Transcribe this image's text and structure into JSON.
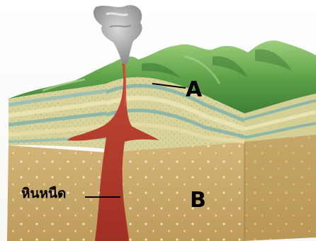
{
  "labels": {
    "a": "A",
    "b": "B",
    "magma": "หินหนืด"
  },
  "colors": {
    "mountain_green": "#5fa24a",
    "bedrock_tan": "#c9a86a",
    "strata_light": "#e7dfa6",
    "strata_blue": "#8fb7a8",
    "magma_red": "#b4372a",
    "ash_gray": "#9a9a9a"
  }
}
